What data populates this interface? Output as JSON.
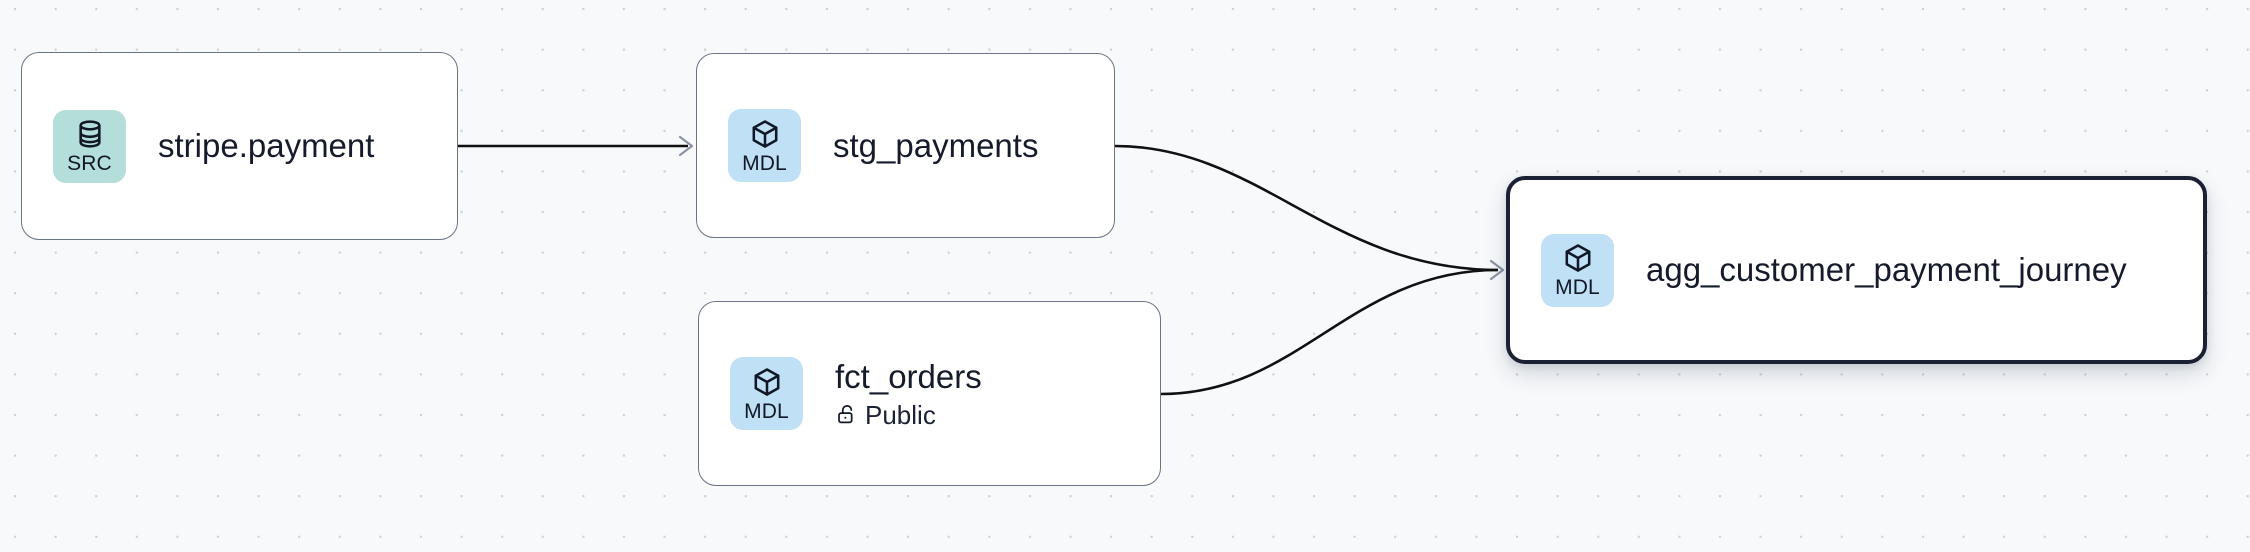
{
  "canvas": {
    "background_color": "#f7f9fb",
    "dot_color": "#ccd0d9",
    "edge_color": "#111111",
    "arrow_color": "#8b93a3"
  },
  "nodes": [
    {
      "id": "stripe-payment",
      "title": "stripe.payment",
      "badge_label": "SRC",
      "badge_icon": "database-icon",
      "badge_color": "#b4ded9",
      "selected": false,
      "subtitle": null,
      "subtitle_icon": null
    },
    {
      "id": "stg-payments",
      "title": "stg_payments",
      "badge_label": "MDL",
      "badge_icon": "cube-icon",
      "badge_color": "#bfe0f5",
      "selected": false,
      "subtitle": null,
      "subtitle_icon": null
    },
    {
      "id": "fct-orders",
      "title": "fct_orders",
      "badge_label": "MDL",
      "badge_icon": "cube-icon",
      "badge_color": "#bfe0f5",
      "selected": false,
      "subtitle": "Public",
      "subtitle_icon": "unlock-icon"
    },
    {
      "id": "agg-customer-payment-journey",
      "title": "agg_customer_payment_journey",
      "badge_label": "MDL",
      "badge_icon": "cube-icon",
      "badge_color": "#bfe0f5",
      "selected": true,
      "subtitle": null,
      "subtitle_icon": null
    }
  ],
  "edges": [
    {
      "from": "stripe-payment",
      "to": "stg-payments",
      "shape": "straight"
    },
    {
      "from": "stg-payments",
      "to": "agg-customer-payment-journey",
      "shape": "bezier"
    },
    {
      "from": "fct-orders",
      "to": "agg-customer-payment-journey",
      "shape": "bezier"
    }
  ]
}
